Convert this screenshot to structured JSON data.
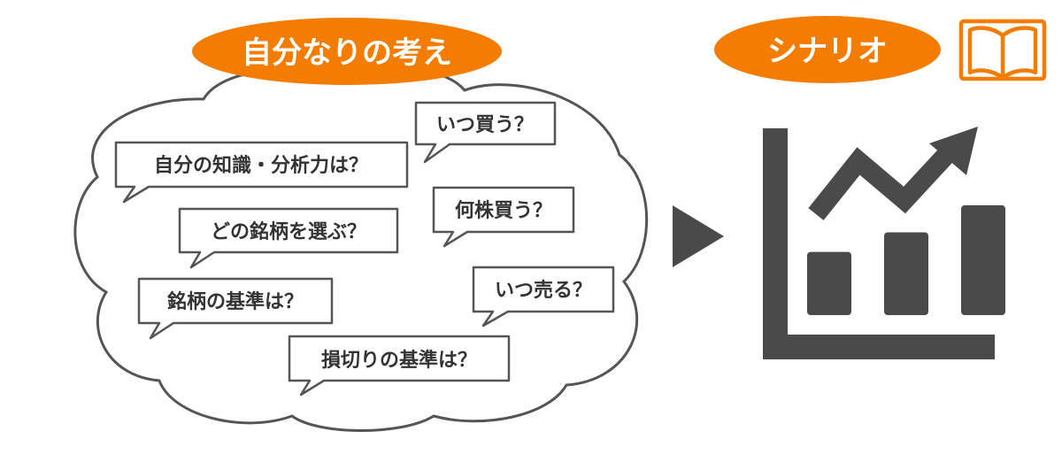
{
  "left_panel": {
    "title": "自分なりの考え",
    "questions": [
      "いつ買う？",
      "自分の知識・分析力は？",
      "何株買う？",
      "どの銘柄を選ぶ？",
      "いつ売る？",
      "銘柄の基準は？",
      "損切りの基準は？"
    ]
  },
  "right_panel": {
    "title": "シナリオ",
    "chart": {
      "bars": [
        0.42,
        0.55,
        0.73
      ],
      "trend_direction": "up"
    }
  },
  "colors": {
    "accent": "#f47c00",
    "dark": "#4a4a4a",
    "outline": "#555555",
    "text": "#333333"
  },
  "icons": {
    "arrow": "play-triangle-icon",
    "book": "open-book-icon",
    "chart": "bar-chart-trend-icon"
  }
}
